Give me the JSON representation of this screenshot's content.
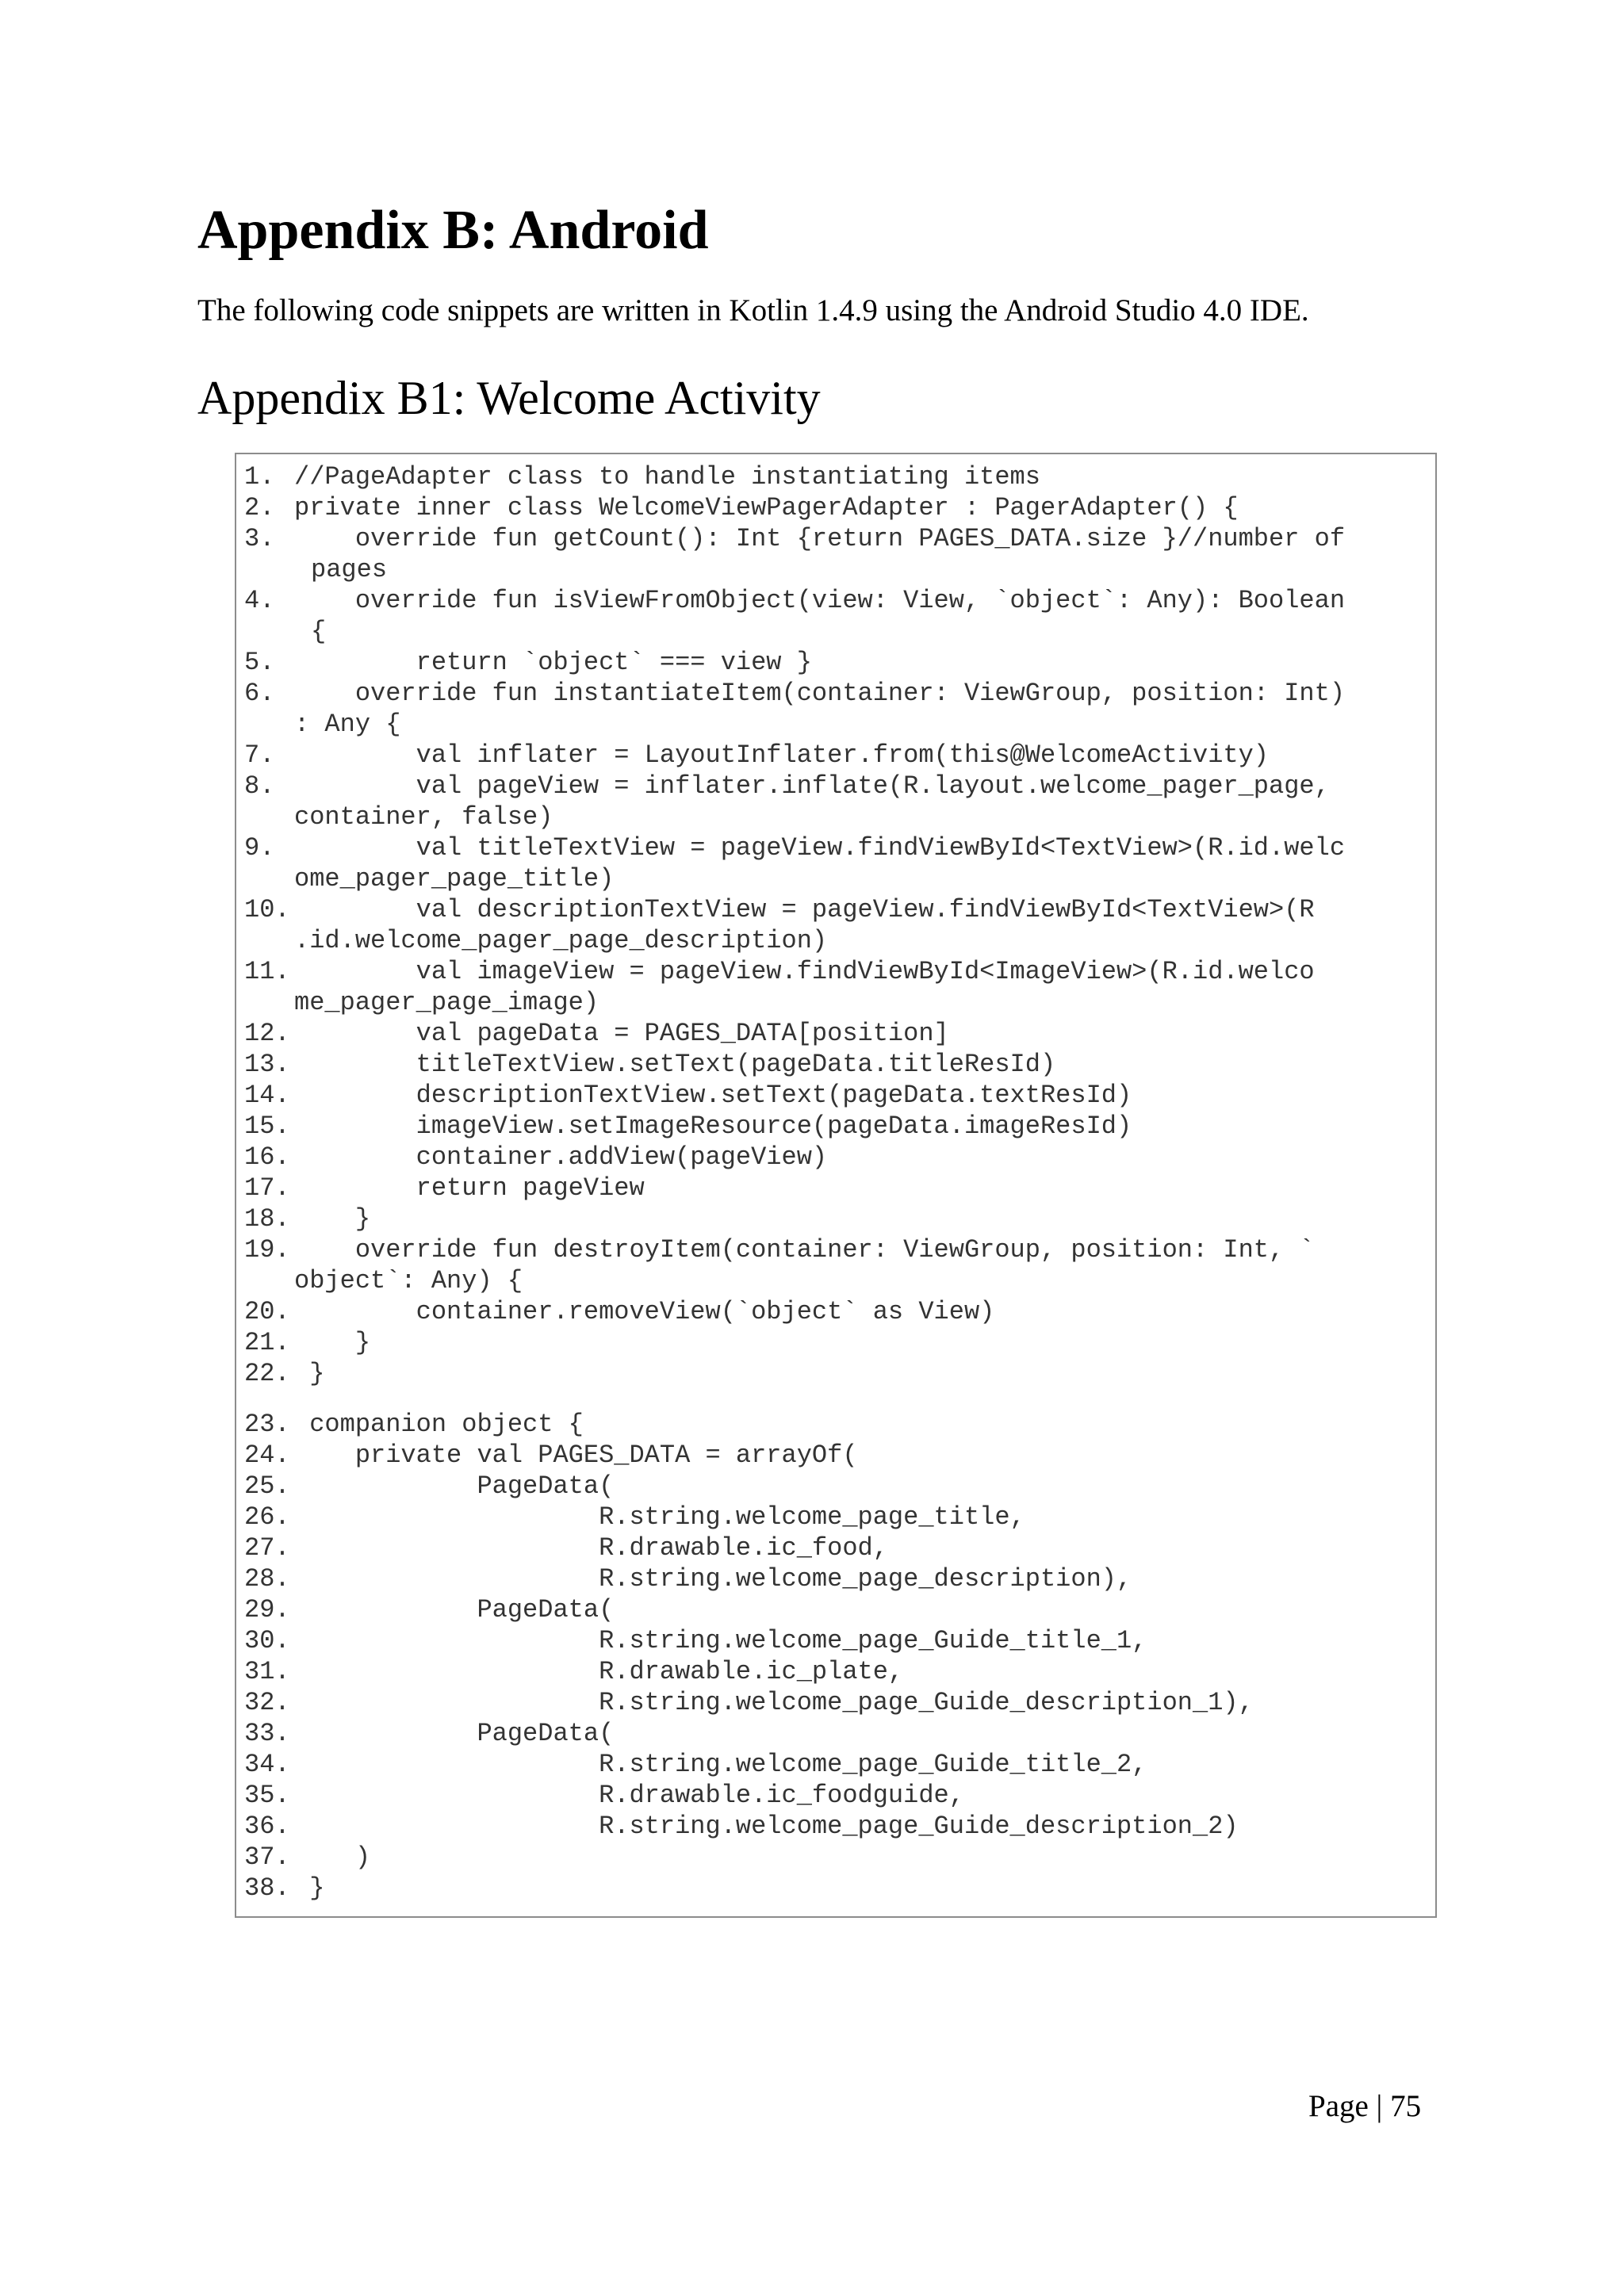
{
  "document": {
    "heading": "Appendix B:  Android",
    "intro": "The following code snippets are written in Kotlin 1.4.9 using the Android Studio 4.0 IDE.",
    "section_heading": "Appendix B1: Welcome Activity",
    "page_number": "Page | 75"
  },
  "code_lines": [
    {
      "n": "1.",
      "t": "//PageAdapter class to handle instantiating items"
    },
    {
      "n": "2.",
      "t": "private inner class WelcomeViewPagerAdapter : PagerAdapter() {"
    },
    {
      "n": "3.",
      "t": "    override fun getCount(): Int {return PAGES_DATA.size }//number of",
      "c": "pages"
    },
    {
      "n": "4.",
      "t": "    override fun isViewFromObject(view: View, `object`: Any): Boolean",
      "c": "{"
    },
    {
      "n": "5.",
      "t": "        return `object` === view }"
    },
    {
      "n": "6.",
      "t": "    override fun instantiateItem(container: ViewGroup, position: Int)",
      "c": ": Any {"
    },
    {
      "n": "7.",
      "t": "        val inflater = LayoutInflater.from(this@WelcomeActivity)"
    },
    {
      "n": "8.",
      "t": "        val pageView = inflater.inflate(R.layout.welcome_pager_page,",
      "c": "container, false)"
    },
    {
      "n": "9.",
      "t": "        val titleTextView = pageView.findViewById<TextView>(R.id.welc",
      "c": "ome_pager_page_title)"
    },
    {
      "n": "10.",
      "t": "        val descriptionTextView = pageView.findViewById<TextView>(R",
      "c": ".id.welcome_pager_page_description)"
    },
    {
      "n": "11.",
      "t": "        val imageView = pageView.findViewById<ImageView>(R.id.welco",
      "c": "me_pager_page_image)"
    },
    {
      "n": "12.",
      "t": "        val pageData = PAGES_DATA[position]"
    },
    {
      "n": "13.",
      "t": "        titleTextView.setText(pageData.titleResId)"
    },
    {
      "n": "14.",
      "t": "        descriptionTextView.setText(pageData.textResId)"
    },
    {
      "n": "15.",
      "t": "        imageView.setImageResource(pageData.imageResId)"
    },
    {
      "n": "16.",
      "t": "        container.addView(pageView)"
    },
    {
      "n": "17.",
      "t": "        return pageView"
    },
    {
      "n": "18.",
      "t": "    }"
    },
    {
      "n": "19.",
      "t": "    override fun destroyItem(container: ViewGroup, position: Int, `",
      "c": "object`: Any) {"
    },
    {
      "n": "20.",
      "t": "        container.removeView(`object` as View)"
    },
    {
      "n": "21.",
      "t": "    }"
    },
    {
      "n": "22.",
      "t": " }"
    },
    {
      "n": "23.",
      "t": " companion object {",
      "gap": true
    },
    {
      "n": "24.",
      "t": "    private val PAGES_DATA = arrayOf("
    },
    {
      "n": "25.",
      "t": "            PageData("
    },
    {
      "n": "26.",
      "t": "                    R.string.welcome_page_title,"
    },
    {
      "n": "27.",
      "t": "                    R.drawable.ic_food,"
    },
    {
      "n": "28.",
      "t": "                    R.string.welcome_page_description),"
    },
    {
      "n": "29.",
      "t": "            PageData("
    },
    {
      "n": "30.",
      "t": "                    R.string.welcome_page_Guide_title_1,"
    },
    {
      "n": "31.",
      "t": "                    R.drawable.ic_plate,"
    },
    {
      "n": "32.",
      "t": "                    R.string.welcome_page_Guide_description_1),"
    },
    {
      "n": "33.",
      "t": "            PageData("
    },
    {
      "n": "34.",
      "t": "                    R.string.welcome_page_Guide_title_2,"
    },
    {
      "n": "35.",
      "t": "                    R.drawable.ic_foodguide,"
    },
    {
      "n": "36.",
      "t": "                    R.string.welcome_page_Guide_description_2)"
    },
    {
      "n": "37.",
      "t": "    )"
    },
    {
      "n": "38.",
      "t": " }"
    }
  ]
}
